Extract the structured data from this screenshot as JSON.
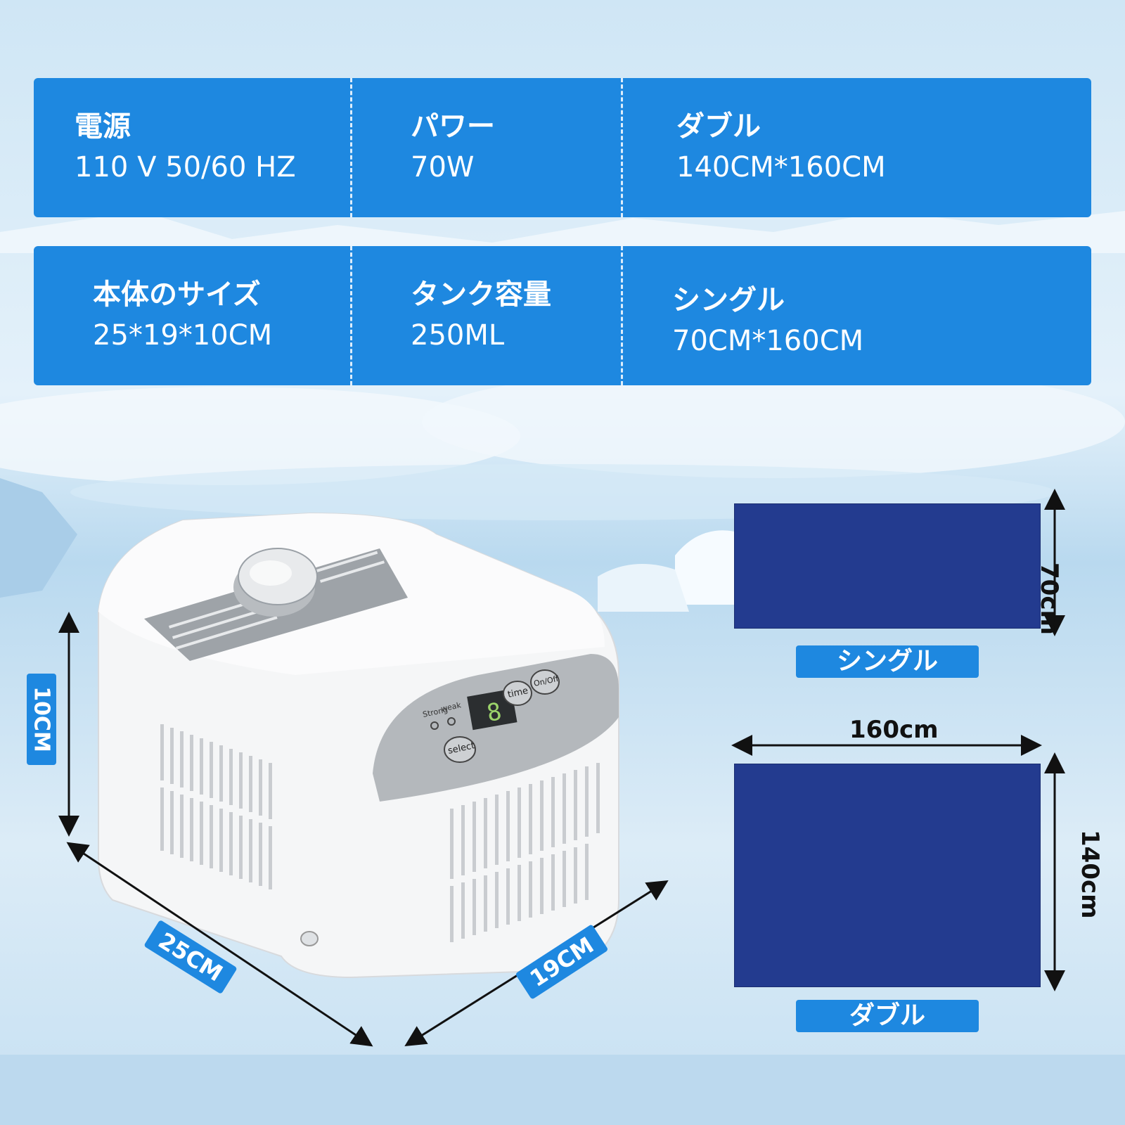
{
  "specs": {
    "row1": [
      {
        "label": "電源",
        "value": "110 V 50/60 HZ"
      },
      {
        "label": "パワー",
        "value": "70W"
      },
      {
        "label": "ダブル",
        "value": "140CM*160CM"
      }
    ],
    "row2": [
      {
        "label": "本体のサイズ",
        "value": "25*19*10CM"
      },
      {
        "label": "タンク容量",
        "value": "250ML"
      },
      {
        "label": "シングル",
        "value": "70CM*160CM"
      }
    ]
  },
  "device": {
    "height_label": "10CM",
    "length_label": "25CM",
    "width_label": "19CM",
    "panel_buttons": [
      "select",
      "time",
      "On/Off"
    ],
    "indicator_labels": [
      "Strong",
      "weak"
    ],
    "display_digit": "8"
  },
  "mats": {
    "single": {
      "tag": "シングル",
      "height_label": "70cm"
    },
    "double": {
      "tag": "ダブル",
      "width_label": "160cm",
      "height_label": "140cm"
    }
  },
  "colors": {
    "accent": "#1e88e0",
    "mat": "#233b8f"
  }
}
